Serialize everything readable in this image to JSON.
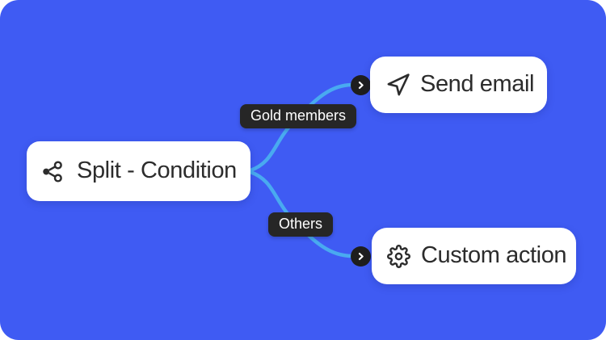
{
  "colors": {
    "canvas_bg": "#3f5bf3",
    "connector": "#49aaf0",
    "card_bg": "#ffffff",
    "card_text": "#2c2c2c",
    "badge_bg": "#262626",
    "badge_text": "#ffffff",
    "port_bg": "#1e1e1e",
    "port_icon": "#ffffff"
  },
  "nodes": {
    "split": {
      "label": "Split - Condition",
      "icon": "split-branch-icon"
    },
    "send_email": {
      "label": "Send email",
      "icon": "send-icon"
    },
    "custom_action": {
      "label": "Custom action",
      "icon": "gear-icon"
    }
  },
  "edges": {
    "gold": {
      "from": "split",
      "to": "send_email",
      "label": "Gold members"
    },
    "others": {
      "from": "split",
      "to": "custom_action",
      "label": "Others"
    }
  }
}
